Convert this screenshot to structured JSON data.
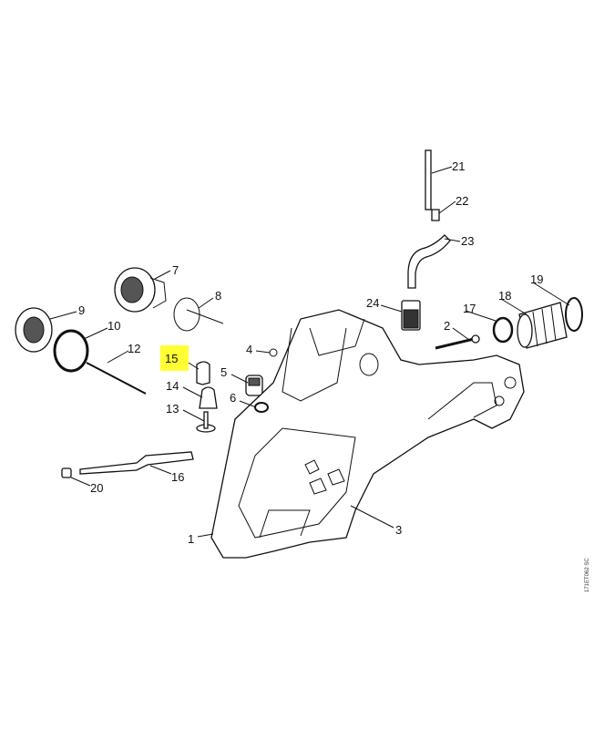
{
  "diagram": {
    "drawing_code": "171ET062 SC",
    "highlight_color": "#ffff33",
    "highlighted_part": "15",
    "callouts": [
      {
        "id": "21",
        "label": "21"
      },
      {
        "id": "22",
        "label": "22"
      },
      {
        "id": "23",
        "label": "23"
      },
      {
        "id": "7",
        "label": "7"
      },
      {
        "id": "19",
        "label": "19"
      },
      {
        "id": "8",
        "label": "8"
      },
      {
        "id": "18",
        "label": "18"
      },
      {
        "id": "17",
        "label": "17"
      },
      {
        "id": "9",
        "label": "9"
      },
      {
        "id": "24",
        "label": "24"
      },
      {
        "id": "10",
        "label": "10"
      },
      {
        "id": "2",
        "label": "2"
      },
      {
        "id": "12",
        "label": "12"
      },
      {
        "id": "4",
        "label": "4"
      },
      {
        "id": "15",
        "label": "15"
      },
      {
        "id": "5",
        "label": "5"
      },
      {
        "id": "14",
        "label": "14"
      },
      {
        "id": "6",
        "label": "6"
      },
      {
        "id": "13",
        "label": "13"
      },
      {
        "id": "16",
        "label": "16"
      },
      {
        "id": "20",
        "label": "20"
      },
      {
        "id": "3",
        "label": "3"
      },
      {
        "id": "1",
        "label": "1"
      }
    ]
  }
}
